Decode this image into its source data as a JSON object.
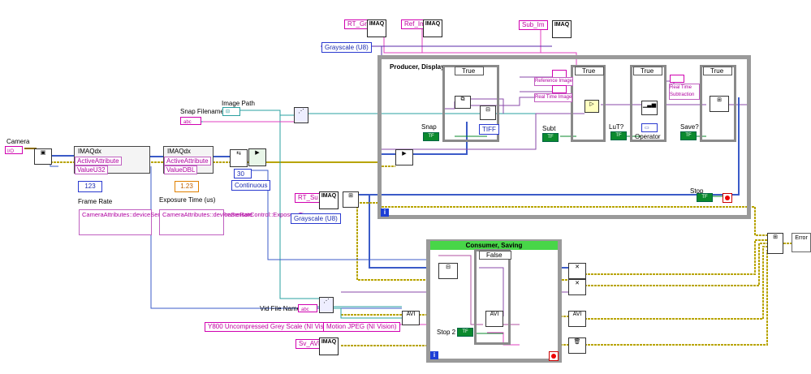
{
  "labels": {
    "camera": "Camera",
    "snap_filename": "Snap Filename",
    "image_path": "Image Path",
    "frame_rate": "Frame Rate",
    "exposure_time": "Exposure Time (us)",
    "snap": "Snap",
    "subt": "Subt",
    "lut": "LuT?",
    "operator": "Operator",
    "save": "Save?",
    "stop": "Stop",
    "stop2": "Stop 2",
    "vid_file_name": "Vid File Name",
    "error": "Error"
  },
  "constants": {
    "rt_gr": "RT_Gr",
    "ref_im": "Ref_Im",
    "sub_im": "Sub_Im",
    "rt_su": "RT_Su",
    "sv_avi": "Sv_AVI",
    "imaq": "IMAQ",
    "grayscale1": "Grayscale (U8)",
    "grayscale2": "Grayscale (U8)",
    "tiff": "TIFF",
    "thirty": "30",
    "continuous": "Continuous",
    "y800": "Y800 Uncompressed Grey Scale (NI Vision)",
    "mjpeg": "Motion JPEG (NI Vision)",
    "reference_image": "Reference Image",
    "real_time_image": "Real Time Image",
    "real_time_subtraction": "Real Time Subtraction"
  },
  "nodes": {
    "imaqdx1": "IMAQdx",
    "imaqdx2": "IMAQdx",
    "active_attr1": "ActiveAttribute",
    "value_u32": "ValueU32",
    "active_attr2": "ActiveAttribute",
    "value_dbl": "ValueDBL",
    "cam_attr1": "CameraAttributes::deviceSensorControl::AcquisitionFrameRate",
    "cam_attr2": "CameraAttributes::deviceSensorControl::ExposureTime",
    "u32": "123",
    "dbl": "1.23"
  },
  "frames": {
    "producer": "Producer, Display",
    "consumer": "Consumer, Saving"
  },
  "cases": {
    "true1": "True",
    "true2": "True",
    "true3": "True",
    "true4": "True",
    "false1": "False"
  },
  "colors": {
    "wire_image": "#3b5bc8",
    "wire_error": "#b8a400",
    "wire_path": "#2aa0a0",
    "wire_string": "#e040c0",
    "frame": "#9a9a9a",
    "consumer_bar": "#48d648"
  }
}
